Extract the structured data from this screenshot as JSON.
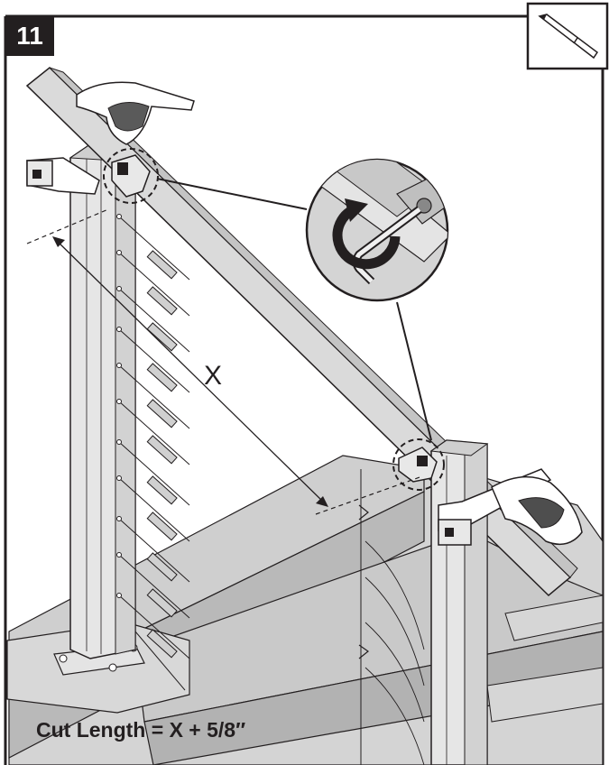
{
  "step": {
    "number": "11"
  },
  "dimension": {
    "label": "X"
  },
  "caption": {
    "text": "Cut Length = X + 5/8″"
  },
  "colors": {
    "ink": "#231f20",
    "rail": "#d9d9d9",
    "post": "#dcdcdc",
    "stairs": "#cfcfcf",
    "stairs_dark": "#b8b8b8",
    "background": "#ffffff"
  },
  "icons": [
    "pencil-icon",
    "rotate-arrow-icon",
    "hex-key-icon",
    "clamp-icon"
  ]
}
